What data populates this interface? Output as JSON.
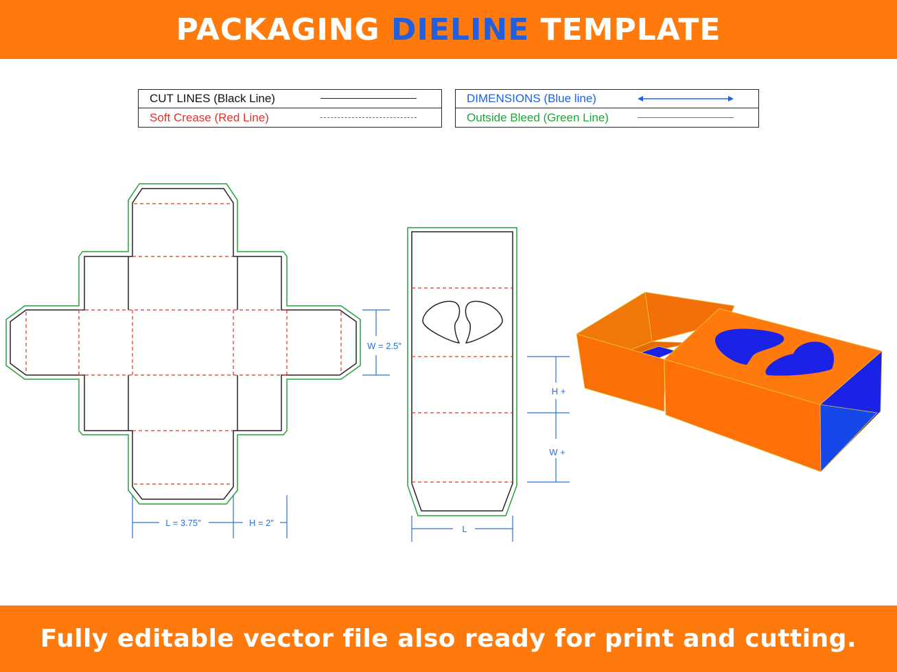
{
  "header": {
    "title_part1": "PACKAGING",
    "title_accent": "DIELINE",
    "title_part2": "TEMPLATE"
  },
  "legend": {
    "cut_lines": "CUT LINES (Black Line)",
    "soft_crease": "Soft Crease (Red Line)",
    "dimensions": "DIMENSIONS (Blue line)",
    "outside_bleed": "Outside Bleed (Green Line)"
  },
  "dimensions": {
    "width": "W = 2.5″",
    "length": "L = 3.75″",
    "height": "H = 2″",
    "h_plus": "H +",
    "w_plus": "W +",
    "l": "L"
  },
  "footer": {
    "text": "Fully editable vector file also ready for print and cutting."
  },
  "colors": {
    "orange": "#ff7a0d",
    "blue": "#1f5fe0",
    "cut": "#222222",
    "crease": "#e0302a",
    "bleed": "#21a336",
    "dimension": "#2a6fd6"
  }
}
